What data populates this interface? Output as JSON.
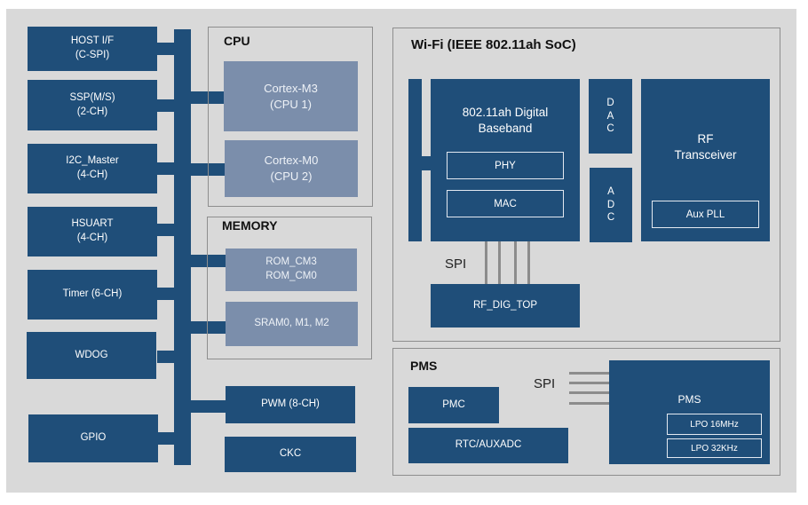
{
  "diagram": {
    "peripherals": [
      {
        "label": "HOST I/F\n(C-SPI)"
      },
      {
        "label": "SSP(M/S)\n(2-CH)"
      },
      {
        "label": "I2C_Master\n(4-CH)"
      },
      {
        "label": "HSUART\n(4-CH)"
      },
      {
        "label": "Timer (6-CH)"
      },
      {
        "label": "WDOG"
      },
      {
        "label": "GPIO"
      }
    ],
    "cpu": {
      "title": "CPU",
      "cores": [
        {
          "label": "Cortex-M3\n(CPU 1)"
        },
        {
          "label": "Cortex-M0\n(CPU 2)"
        }
      ]
    },
    "memory": {
      "title": "MEMORY",
      "blocks": [
        {
          "label": "ROM_CM3\nROM_CM0"
        },
        {
          "label": "SRAM0, M1, M2"
        }
      ]
    },
    "misc": [
      {
        "label": "PWM (8-CH)"
      },
      {
        "label": "CKC"
      }
    ],
    "wifi": {
      "title": "Wi-Fi (IEEE 802.11ah SoC)",
      "baseband": {
        "label": "802.11ah Digital\nBaseband",
        "phy": "PHY",
        "mac": "MAC"
      },
      "dac": "D\nA\nC",
      "adc": "A\nD\nC",
      "rf": {
        "label": "RF\nTransceiver",
        "pll": "Aux PLL"
      },
      "spi_label": "SPI",
      "rf_dig_top": "RF_DIG_TOP"
    },
    "pms": {
      "title": "PMS",
      "pmc": "PMC",
      "rtc": "RTC/AUXADC",
      "spi_label": "SPI",
      "pms_block": {
        "label": "PMS",
        "lpo1": "LPO 16MHz",
        "lpo2": "LPO 32KHz"
      }
    },
    "colors": {
      "block": "#1f4e79",
      "light_block": "#7b8eab",
      "background": "#d9d9d9",
      "group_border": "#8e8e8e"
    }
  }
}
